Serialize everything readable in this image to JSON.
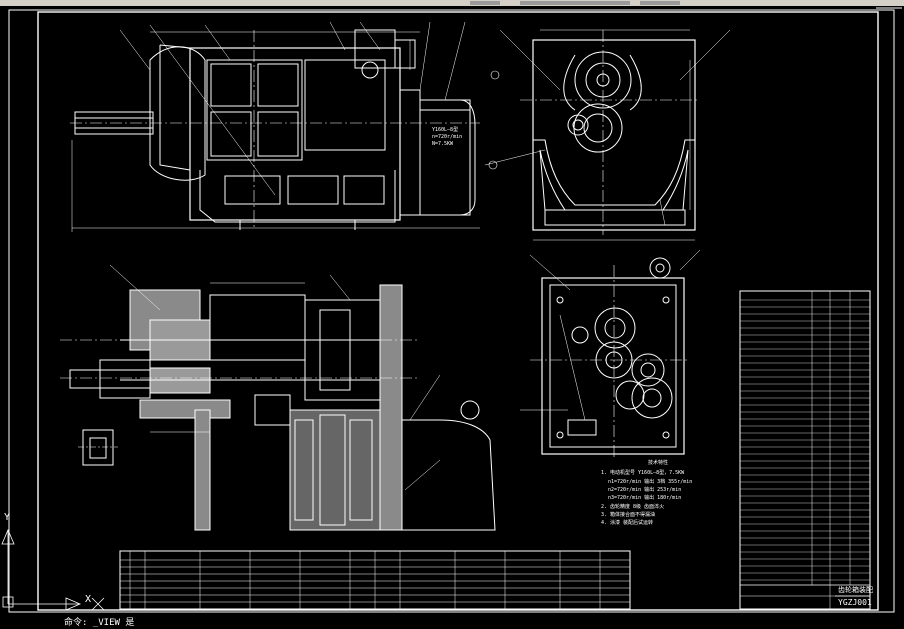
{
  "window": {
    "background": "#000000",
    "line_color": "#ffffff",
    "hatch_color": "#bfbfbf"
  },
  "ucs": {
    "x_label": "X",
    "y_label": "Y",
    "icon": "ucs-axis-icon"
  },
  "drawing_number": "YGZJ001",
  "title_block_name": "齿轮箱装配",
  "tech_req_title": "技术特性",
  "motor_note": [
    "Y160L—8型",
    "n=720r/min",
    "N=7.5KW"
  ],
  "tech_req_lines": [
    "1. 电动机型号 Y160L—8型，7.5KW",
    "n1=720r/min 输出 3档 355r/min",
    "n2=720r/min 输出 253r/min",
    "n3=720r/min 输出 180r/min",
    "2. 齿轮精度 8级 齿面淬火",
    "3. 箱体接合面不得漏油",
    "4. 涂漆 装配后试运转"
  ],
  "status_text": "命令: _VIEW 是",
  "colors": {
    "accent": "#ffffff",
    "hatch": "#a0a0a0"
  }
}
